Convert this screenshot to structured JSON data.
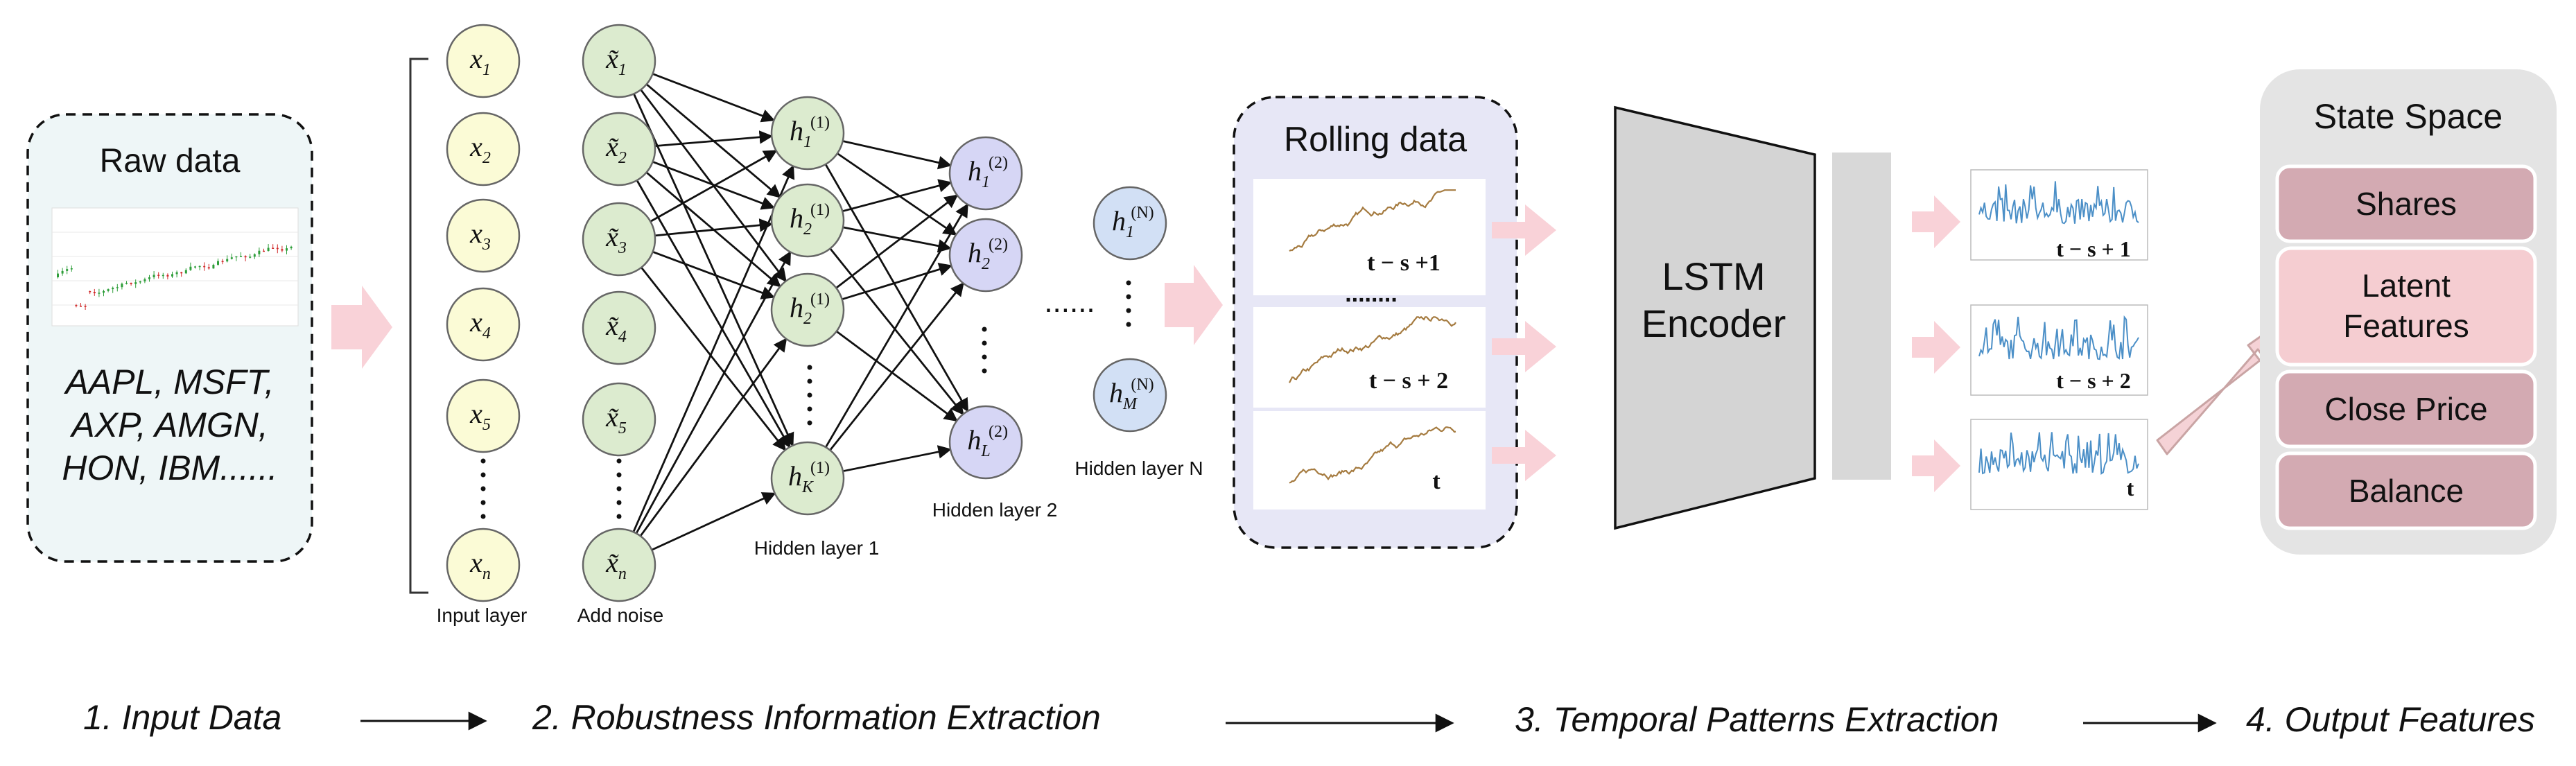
{
  "raw_data": {
    "title": "Raw data",
    "tickers": [
      "AAPL, MSFT,",
      "AXP, AMGN,",
      "HON, IBM......"
    ]
  },
  "network": {
    "input_nodes": [
      "x",
      "x",
      "x",
      "x",
      "x",
      "x"
    ],
    "input_subs": [
      "1",
      "2",
      "3",
      "4",
      "5",
      "n"
    ],
    "noise_nodes": [
      "x̃",
      "x̃",
      "x̃",
      "x̃",
      "x̃",
      "x̃"
    ],
    "noise_subs": [
      "1",
      "2",
      "3",
      "4",
      "5",
      "n"
    ],
    "hidden1_subs": [
      "1",
      "2",
      "2",
      "K"
    ],
    "hidden1_sup": "(1)",
    "hidden2_subs": [
      "1",
      "2",
      "L"
    ],
    "hidden2_sup": "(2)",
    "hiddenN_subs": [
      "1",
      "M"
    ],
    "hiddenN_sup": "(N)",
    "hidden_symbol": "h",
    "labels": {
      "input_layer": "Input layer",
      "add_noise": "Add noise",
      "hidden_layer_1": "Hidden layer 1",
      "hidden_layer_2": "Hidden layer 2",
      "hidden_layer_n": "Hidden layer N"
    },
    "ellipsis_h": "......"
  },
  "rolling": {
    "title": "Rolling data",
    "window_labels": [
      "t − s +1",
      "t − s + 2",
      "t"
    ],
    "ellipsis": "........"
  },
  "encoder": {
    "line1": "LSTM",
    "line2": "Encoder"
  },
  "latent_labels": [
    "t − s + 1",
    "t − s + 2",
    "t"
  ],
  "state_space": {
    "title": "State Space",
    "items": [
      "Shares",
      "Latent",
      "Features",
      "Close Price",
      "Balance"
    ]
  },
  "stages": [
    "1. Input Data",
    "2. Robustness  Information  Extraction",
    "3. Temporal Patterns Extraction",
    "4. Output Features"
  ],
  "colors": {
    "raw_bg": "#eef6f7",
    "input_node": "#fbfbd6",
    "noise_node": "#dcebcf",
    "hidden1_node": "#dcebcf",
    "hidden2_node": "#d6d6f5",
    "hiddenN_node": "#d2e0f5",
    "rolling_bg": "#e7e7f6",
    "pink_arrow": "#f9d2d8",
    "state_bg": "#e4e4e4",
    "state_item": "#d3aab2",
    "state_item_highlight": "#f5cdd1",
    "price_line": "#a57b40",
    "latent_line": "#4b8fc7"
  }
}
